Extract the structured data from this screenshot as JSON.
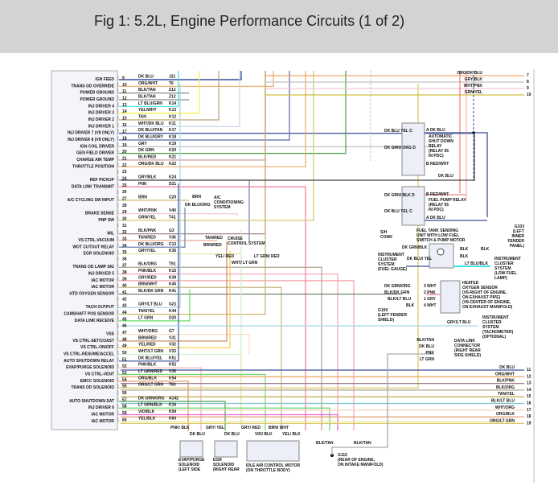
{
  "header": {
    "title": "Fig 1: 5.2L, Engine Performance Circuits (1 of 2)"
  },
  "pcm_pins": [
    {
      "pin": "9",
      "label": "IGN FEED",
      "wire": "DK BLU",
      "circuit": "J21",
      "color": "#3a4f9a"
    },
    {
      "pin": "10",
      "label": "TRANS OD OVERRIDE",
      "wire": "ORG/WHT",
      "circuit": "T6",
      "color": "#f0a868"
    },
    {
      "pin": "11",
      "label": "POWER GROUND",
      "wire": "BLK/TAN",
      "circuit": "Z12",
      "color": "#8a8a80"
    },
    {
      "pin": "12",
      "label": "POWER GROUND",
      "wire": "BLK/TAN",
      "circuit": "Z12",
      "color": "#8a8a80"
    },
    {
      "pin": "13",
      "label": "INJ DRIVER 4",
      "wire": "LT BLU/GRN",
      "circuit": "K14",
      "color": "#40e0e8"
    },
    {
      "pin": "14",
      "label": "INJ DRIVER 3",
      "wire": "YEL/WHT",
      "circuit": "K13",
      "color": "#f4f040"
    },
    {
      "pin": "15",
      "label": "INJ DRIVER 2",
      "wire": "TAN",
      "circuit": "K12",
      "color": "#b8a070"
    },
    {
      "pin": "16",
      "label": "INJ DRIVER 1",
      "wire": "WHT/DK BLU",
      "circuit": "K11",
      "color": "#c8d0e8"
    },
    {
      "pin": "17",
      "label": "INJ DRIVER 7 (V8 ONLY)",
      "wire": "DK BLU/TAN",
      "circuit": "K17",
      "color": "#4a5a9a"
    },
    {
      "pin": "18",
      "label": "INJ DRIVER 8 (V8 ONLY)",
      "wire": "DK BLU/GRY",
      "circuit": "K18",
      "color": "#5868a8"
    },
    {
      "pin": "19",
      "label": "IGN COIL DRIVER",
      "wire": "GRY",
      "circuit": "K19",
      "color": "#b8b8b8"
    },
    {
      "pin": "20",
      "label": "GEN FIELD DRIVER",
      "wire": "DK GRN",
      "circuit": "K20",
      "color": "#40a040"
    },
    {
      "pin": "21",
      "label": "CHARGE AIR TEMP",
      "wire": "BLK/RED",
      "circuit": "K21",
      "color": "#c89090"
    },
    {
      "pin": "22",
      "label": "THROTTLE POSITION",
      "wire": "ORG/DK BLU",
      "circuit": "K22",
      "color": "#f0a868"
    },
    {
      "pin": "23",
      "label": "",
      "wire": "",
      "circuit": "",
      "color": ""
    },
    {
      "pin": "24",
      "label": "REF PICKUP",
      "wire": "GRY/BLK",
      "circuit": "K24",
      "color": "#7080b0"
    },
    {
      "pin": "25",
      "label": "DATA LINK TRANSMIT",
      "wire": "PNK",
      "circuit": "D21",
      "color": "#f07898"
    },
    {
      "pin": "26",
      "label": "",
      "wire": "",
      "circuit": "",
      "color": ""
    },
    {
      "pin": "27",
      "label": "A/C CYCLING SW INPUT",
      "wire": "BRN",
      "circuit": "C20",
      "color": "#c8b060"
    },
    {
      "pin": "28",
      "label": "",
      "wire": "",
      "circuit": "",
      "color": ""
    },
    {
      "pin": "29",
      "label": "BRAKE SENSE",
      "wire": "WHT/PNK",
      "circuit": "V40",
      "color": "#f4c8d8"
    },
    {
      "pin": "30",
      "label": "PNP SW",
      "wire": "GRN/YEL",
      "circuit": "T41",
      "color": "#d0c860"
    },
    {
      "pin": "31",
      "label": "",
      "wire": "",
      "circuit": "",
      "color": ""
    },
    {
      "pin": "32",
      "label": "MIL",
      "wire": "BLK/PNK",
      "circuit": "G3",
      "color": "#a08088"
    },
    {
      "pin": "33",
      "label": "VS CTRL-VACUUM",
      "wire": "TAN/RED",
      "circuit": "V36",
      "color": "#e8a080"
    },
    {
      "pin": "34",
      "label": "WOT CUTOUT RELAY",
      "wire": "DK BLU/ORG",
      "circuit": "C13",
      "color": "#7080b0"
    },
    {
      "pin": "35",
      "label": "EGR SOLENOID",
      "wire": "GRY/YEL",
      "circuit": "K35",
      "color": "#e0e0a0"
    },
    {
      "pin": "36",
      "label": "",
      "wire": "",
      "circuit": "",
      "color": ""
    },
    {
      "pin": "37",
      "label": "TRANS OD LAMP SIG",
      "wire": "BLK/ORG",
      "circuit": "T91",
      "color": "#b0a090"
    },
    {
      "pin": "38",
      "label": "INJ DRIVER 5",
      "wire": "PNK/BLK",
      "circuit": "K15",
      "color": "#f0a0b0"
    },
    {
      "pin": "39",
      "label": "IAC MOTOR",
      "wire": "GRY/RED",
      "circuit": "K39",
      "color": "#f0a0a8"
    },
    {
      "pin": "40",
      "label": "IAC MOTOR",
      "wire": "BRN/WHT",
      "circuit": "K40",
      "color": "#c8b880"
    },
    {
      "pin": "41",
      "label": "HTD OXYGEN SENSOR",
      "wire": "BLK/DK GRN",
      "circuit": "K41",
      "color": "#607860"
    },
    {
      "pin": "42",
      "label": "",
      "wire": "",
      "circuit": "",
      "color": ""
    },
    {
      "pin": "43",
      "label": "TACH OUTPUT",
      "wire": "GRY/LT BLU",
      "circuit": "G21",
      "color": "#a8d8e8"
    },
    {
      "pin": "44",
      "label": "CAMSHAFT POS SENSOR",
      "wire": "TAN/YEL",
      "circuit": "K44",
      "color": "#c8b060"
    },
    {
      "pin": "45",
      "label": "DATA LINK RECEIVE",
      "wire": "LT GRN",
      "circuit": "D20",
      "color": "#60e060"
    },
    {
      "pin": "46",
      "label": "",
      "wire": "",
      "circuit": "",
      "color": ""
    },
    {
      "pin": "47",
      "label": "VSS",
      "wire": "WHT/ORG",
      "circuit": "G7",
      "color": "#f8d8c0"
    },
    {
      "pin": "48",
      "label": "VS CTRL-SET/COAST",
      "wire": "BRN/RED",
      "circuit": "V31",
      "color": "#c88868"
    },
    {
      "pin": "49",
      "label": "VS CTRL-ON/OFF",
      "wire": "YEL/RED",
      "circuit": "V32",
      "color": "#f8c840"
    },
    {
      "pin": "50",
      "label": "VS CTRL-RESUME/ACCEL",
      "wire": "WHT/LT GRN",
      "circuit": "V33",
      "color": "#d0f0d0"
    },
    {
      "pin": "51",
      "label": "AUTO SHUTDOWN RELAY",
      "wire": "DK BLU/YEL",
      "circuit": "K51",
      "color": "#5868a8"
    },
    {
      "pin": "52",
      "label": "EVAP/PURGE SOLENOID",
      "wire": "PNK/BLK",
      "circuit": "K52",
      "color": "#f0b0b8"
    },
    {
      "pin": "53",
      "label": "VS CTRL-VENT",
      "wire": "LT GRN/RED",
      "circuit": "V35",
      "color": "#70d870"
    },
    {
      "pin": "54",
      "label": "EMCC SOLENOID",
      "wire": "ORG/BLK",
      "circuit": "K54",
      "color": "#e8a070"
    },
    {
      "pin": "55",
      "label": "TRANS OD SOLENOID",
      "wire": "ORG/LT GRN",
      "circuit": "T60",
      "color": "#d8c860"
    },
    {
      "pin": "56",
      "label": "",
      "wire": "",
      "circuit": "",
      "color": ""
    },
    {
      "pin": "57",
      "label": "AUTO SHUTDOWN SAT",
      "wire": "DK GRN/ORG",
      "circuit": "A142",
      "color": "#50a050"
    },
    {
      "pin": "58",
      "label": "INJ DRIVER 6",
      "wire": "LT GRN/BLK",
      "circuit": "K16",
      "color": "#60d060"
    },
    {
      "pin": "59",
      "label": "IAC MOTOR",
      "wire": "VIO/BLK",
      "circuit": "K59",
      "color": "#e060e0"
    },
    {
      "pin": "60",
      "label": "IAC MOTOR",
      "wire": "YEL/BLK",
      "circuit": "K60",
      "color": "#e8e890"
    }
  ],
  "right_connector_top": [
    {
      "pin": "7",
      "wire": "ORG/DK BLU",
      "color": "#f0a868"
    },
    {
      "pin": "8",
      "wire": "GRY/BLK",
      "color": "#c0c0c0"
    },
    {
      "pin": "9",
      "wire": "WHT/PNK",
      "color": "#f4c8d8"
    },
    {
      "pin": "10",
      "wire": "GRN/YEL",
      "color": "#d0c040"
    }
  ],
  "right_connector_bottom": [
    {
      "pin": "11",
      "wire": "DK BLU",
      "color": "#3a4f9a"
    },
    {
      "pin": "12",
      "wire": "ORG/WHT",
      "color": "#f0a868"
    },
    {
      "pin": "13",
      "wire": "BLK/PNK",
      "color": "#a08088"
    },
    {
      "pin": "14",
      "wire": "BLK/ORG",
      "color": "#b0a090"
    },
    {
      "pin": "15",
      "wire": "TAN/YEL",
      "color": "#c8b060"
    },
    {
      "pin": "16",
      "wire": "BLK/LT BLU",
      "color": "#80c8c8"
    },
    {
      "pin": "17",
      "wire": "WHT/ORG",
      "color": "#f8d8c0"
    },
    {
      "pin": "18",
      "wire": "ORG/BLK",
      "color": "#e8a070"
    },
    {
      "pin": "19",
      "wire": "ORG/LT GRN",
      "color": "#d8c860"
    }
  ],
  "components": {
    "asd_relay": [
      "AUTOMATIC",
      "SHUT DOWN",
      "RELAY",
      "(RELAY 55",
      "IN PDC)"
    ],
    "asd_pins": [
      "DK BLU YEL  C",
      "DK GRN/ ORG  D",
      "A  DK BLU",
      "B  RED/WHT"
    ],
    "fuel_pump_relay": [
      "FUEL PUMP RELAY",
      "(RELAY 55",
      "IN PDC)"
    ],
    "fp_pins": [
      "DK GRN/ BLK  D",
      "DK BLU YEL  C",
      "B  RED/WHT",
      "A  DK BLU"
    ],
    "dk_blu": "DK BLU",
    "g103": [
      "G103",
      "(LEFT",
      "INNER",
      "FENDER",
      "PANEL)"
    ],
    "sh_conn": [
      "S/H",
      "CONN"
    ],
    "fuel_tank": [
      "FUEL TANK SENDING",
      "UNIT WITH LOW FUEL",
      "SWITCH & PUMP MOTOR"
    ],
    "fuel_tank_wires": [
      "DK GRN/BLK",
      "BLK",
      "BLK",
      "BLK",
      "DK BLU/ YEL",
      "LT BLU/BLK"
    ],
    "cluster_fuel": [
      "INSTRUMENT",
      "CLUSTER",
      "SYSTEM",
      "(FUEL GAUGE)"
    ],
    "cluster_lamp": [
      "INSTRUMENT",
      "CLUSTER",
      "SYSTEM",
      "(LOW FUEL",
      "LAMP)"
    ],
    "ho2s": [
      "HEATED",
      "OXYGEN SENSOR",
      "(V6-RIGHT OF ENGINE,",
      "ON EXHAUST PIPE)",
      "(V8-CENTER OF ENGINE,",
      "ON EXHAUST MANIFOLD)"
    ],
    "ho2s_wires": [
      "DK GRN/ORG",
      "BLK/DK GRN",
      "BLK/LT BLU",
      "BLK",
      "3 WHT",
      "2 PNK",
      "1 GRY",
      "4 WHT"
    ],
    "g100": [
      "G100",
      "(LEFT FENDER",
      "SHIELD)"
    ],
    "tach": [
      "INSTRUMENT",
      "CLUSTER",
      "SYSTEM",
      "(TACHOMETER)",
      "(OPTIONAL)"
    ],
    "tach_wire": "GRY/LT BLU",
    "dlc": [
      "DATA LINK",
      "CONNECTOR",
      "(RIGHT REAR",
      "SIDE SHIELD)"
    ],
    "dlc_wires": [
      "BLK/TAN",
      "DK BLU",
      "PNK",
      "LT GRN"
    ],
    "ac": [
      "A/C",
      "CONDITIONING",
      "SYSTEM"
    ],
    "ac_wires": [
      "BRN",
      "DK BLU/ORG"
    ],
    "cruise": [
      "CRUISE",
      "CONTROL SYSTEM"
    ],
    "cruise_wires": [
      "TAN/RED",
      "BRN/RED",
      "YEL/ RED",
      "WHT/ LT GRN",
      "LT GRN/ RED"
    ],
    "evap": [
      "EVAP/PURGE",
      "SOLENOID",
      "(LEFT SIDE"
    ],
    "evap_wires": [
      "PNK/ BLK",
      "DK BLU"
    ],
    "egr": [
      "EGR",
      "SOLENOID",
      "(RIGHT REAR"
    ],
    "egr_wires": [
      "GRY/ YEL",
      "DK BLU"
    ],
    "iac": [
      "IDLE AIR CONTROL MOTOR",
      "(ON THROTTLE BODY)"
    ],
    "iac_wires": [
      "GRY/ RED",
      "VIO/ BLK",
      "BRN/ WHT",
      "YEL/ BLK"
    ],
    "g115": [
      "G115",
      "(REAR OF ENGINE,",
      "ON INTAKE MANIFOLD)"
    ],
    "g115_wires": [
      "BLK/TAN",
      "BLK/TAN"
    ]
  }
}
